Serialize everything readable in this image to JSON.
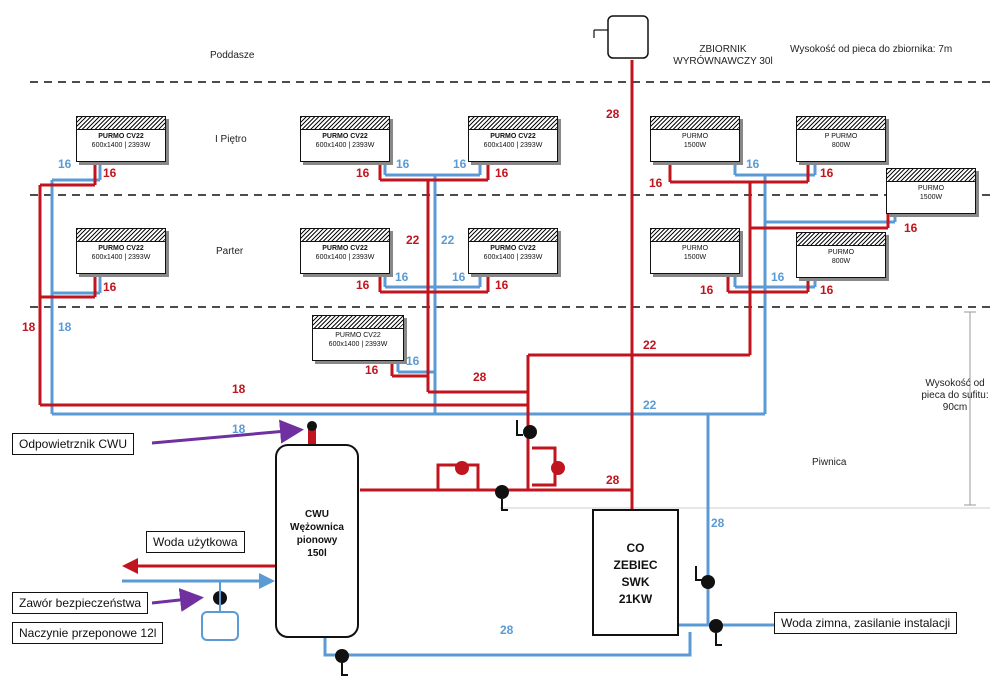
{
  "floors": {
    "attic": "Poddasze",
    "first": "I Piętro",
    "ground": "Parter",
    "basement": "Piwnica"
  },
  "notes": {
    "tank_title": "ZBIORNIK\nWYRÓWNAWCZY 30l",
    "tank_height": "Wysokość od pieca do zbiornika: 7m",
    "ceiling_height": "Wysokość od\npieca do sufitu:\n90cm"
  },
  "radiators": [
    {
      "model": "PURMO CV22",
      "spec": "600x1400 | 2393W"
    },
    {
      "model": "PURMO CV22",
      "spec": "600x1400 | 2393W"
    },
    {
      "model": "PURMO CV22",
      "spec": "600x1400 | 2393W"
    },
    {
      "model": "PURMO",
      "spec": "1500W"
    },
    {
      "model": "P PURMO",
      "spec": "800W"
    },
    {
      "model": "PURMO",
      "spec": "1500W"
    },
    {
      "model": "PURMO CV22",
      "spec": "600x1400 | 2393W"
    },
    {
      "model": "PURMO CV22",
      "spec": "600x1400 | 2393W"
    },
    {
      "model": "PURMO CV22",
      "spec": "600x1400 | 2393W"
    },
    {
      "model": "PURMO",
      "spec": "1500W"
    },
    {
      "model": "PURMO",
      "spec": "800W"
    },
    {
      "model": "PURMO CV22",
      "spec": "600x1400 | 2393W"
    }
  ],
  "pipe_sizes": {
    "s16": "16",
    "s18": "18",
    "s22": "22",
    "s28": "28"
  },
  "boiler": {
    "lines": [
      "CO",
      "ZEBIEC",
      "SWK",
      "21KW"
    ]
  },
  "cwu": {
    "lines": [
      "CWU",
      "Wężownica",
      "pionowy",
      "150l"
    ]
  },
  "callouts": {
    "vent": "Odpowietrznik CWU",
    "hot_water": "Woda użytkowa",
    "safety_valve": "Zawór bezpieczeństwa",
    "expansion_vessel": "Naczynie przeponowe 12l",
    "cold_water": "Woda zimna, zasilanie instalacji"
  },
  "colors": {
    "supply": "#c0141e",
    "return": "#5b9bd5",
    "arrow": "#7030a0"
  }
}
